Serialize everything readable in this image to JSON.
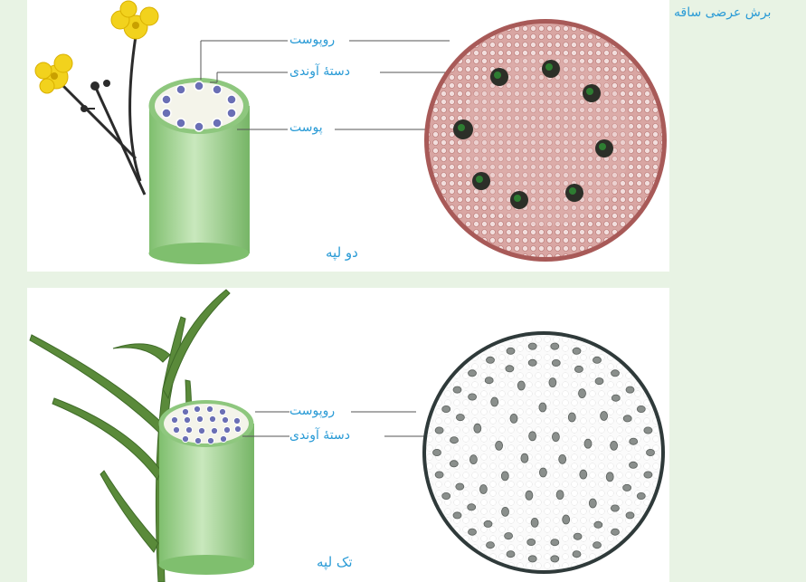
{
  "caption": "برش عرضی ساقه",
  "dicot": {
    "type_label": "دو لپه",
    "labels": {
      "epidermis": "روپوست",
      "vascular_bundle": "دستهٔ آوندی",
      "cortex": "پوست"
    }
  },
  "monocot": {
    "type_label": "تک لپه",
    "labels": {
      "epidermis": "روپوست",
      "vascular_bundle": "دستهٔ آوندی"
    }
  },
  "colors": {
    "accent_text": "#2a9bd6",
    "stem_green": "#a8d59a",
    "dicot_section": "#cf9391",
    "monocot_section": "#f6f6f6",
    "background": "#e8f3e4"
  }
}
